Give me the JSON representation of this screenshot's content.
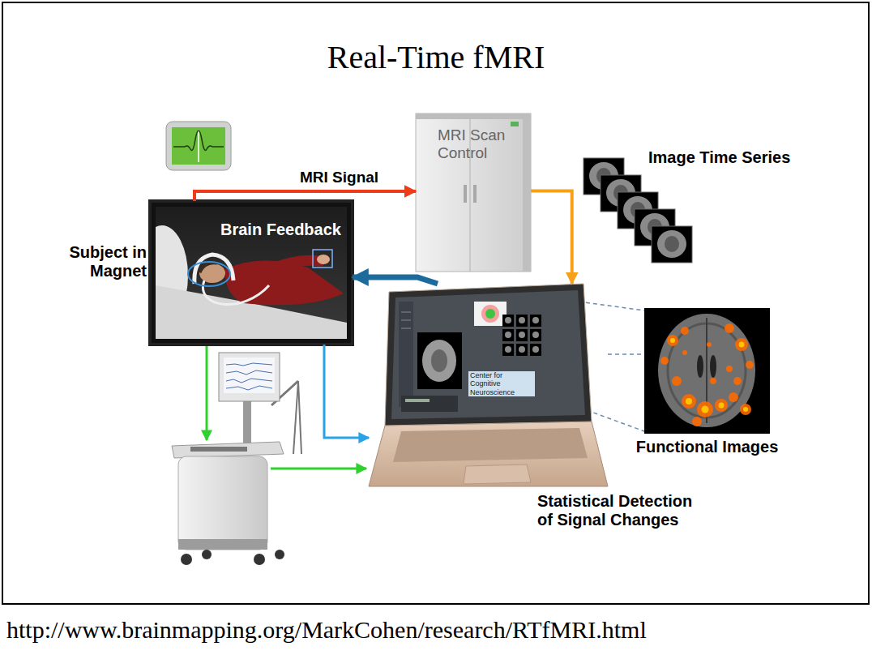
{
  "diagram": {
    "title": "Real-Time fMRI",
    "caption": "http://www.brainmapping.org/MarkCohen/research/RTfMRI.html",
    "nodes": [
      {
        "text": [
          "Subject in Magnet"
        ]
      },
      {
        "text": [
          "MRI Scan Control"
        ]
      },
      {
        "text": [
          "Image Time Series"
        ]
      },
      {
        "text": [
          "Statistical Detection of Signal Changes"
        ]
      },
      {
        "text": [
          "Functional Images"
        ]
      }
    ],
    "edges": [
      {
        "from": 0,
        "to": 1,
        "label": "MRI Signal",
        "arrow": "to"
      },
      {
        "from": 1,
        "to": 3,
        "arrow": "to"
      },
      {
        "from": 3,
        "to": 0,
        "label": "Brain Feedback",
        "arrow": "to"
      },
      {
        "from": 0,
        "to": 3,
        "arrow": "to"
      },
      {
        "from": 3,
        "to": 4,
        "arrow": "none"
      }
    ],
    "labels": [
      "Center for Cognitive Neuroscience"
    ]
  }
}
